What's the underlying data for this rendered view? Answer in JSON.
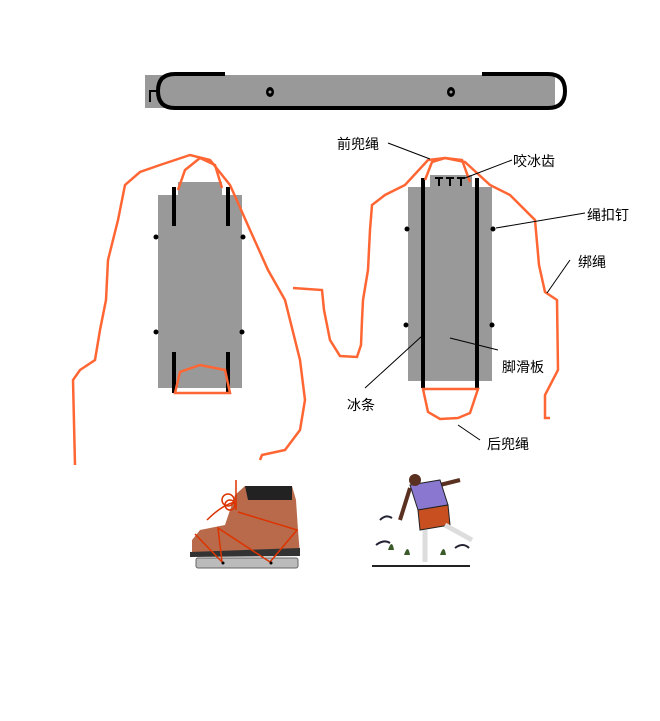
{
  "labels": {
    "front_rope": "前兜绳",
    "front_teeth": "咬冰齿",
    "rope_nail": "绳扣钉",
    "binding_rope": "绑绳",
    "foot_board": "脚滑板",
    "ice_strip": "冰条",
    "back_rope": "后兜绳"
  },
  "colors": {
    "rope": "#ff6633",
    "board": "#999999",
    "strip": "#000000"
  }
}
